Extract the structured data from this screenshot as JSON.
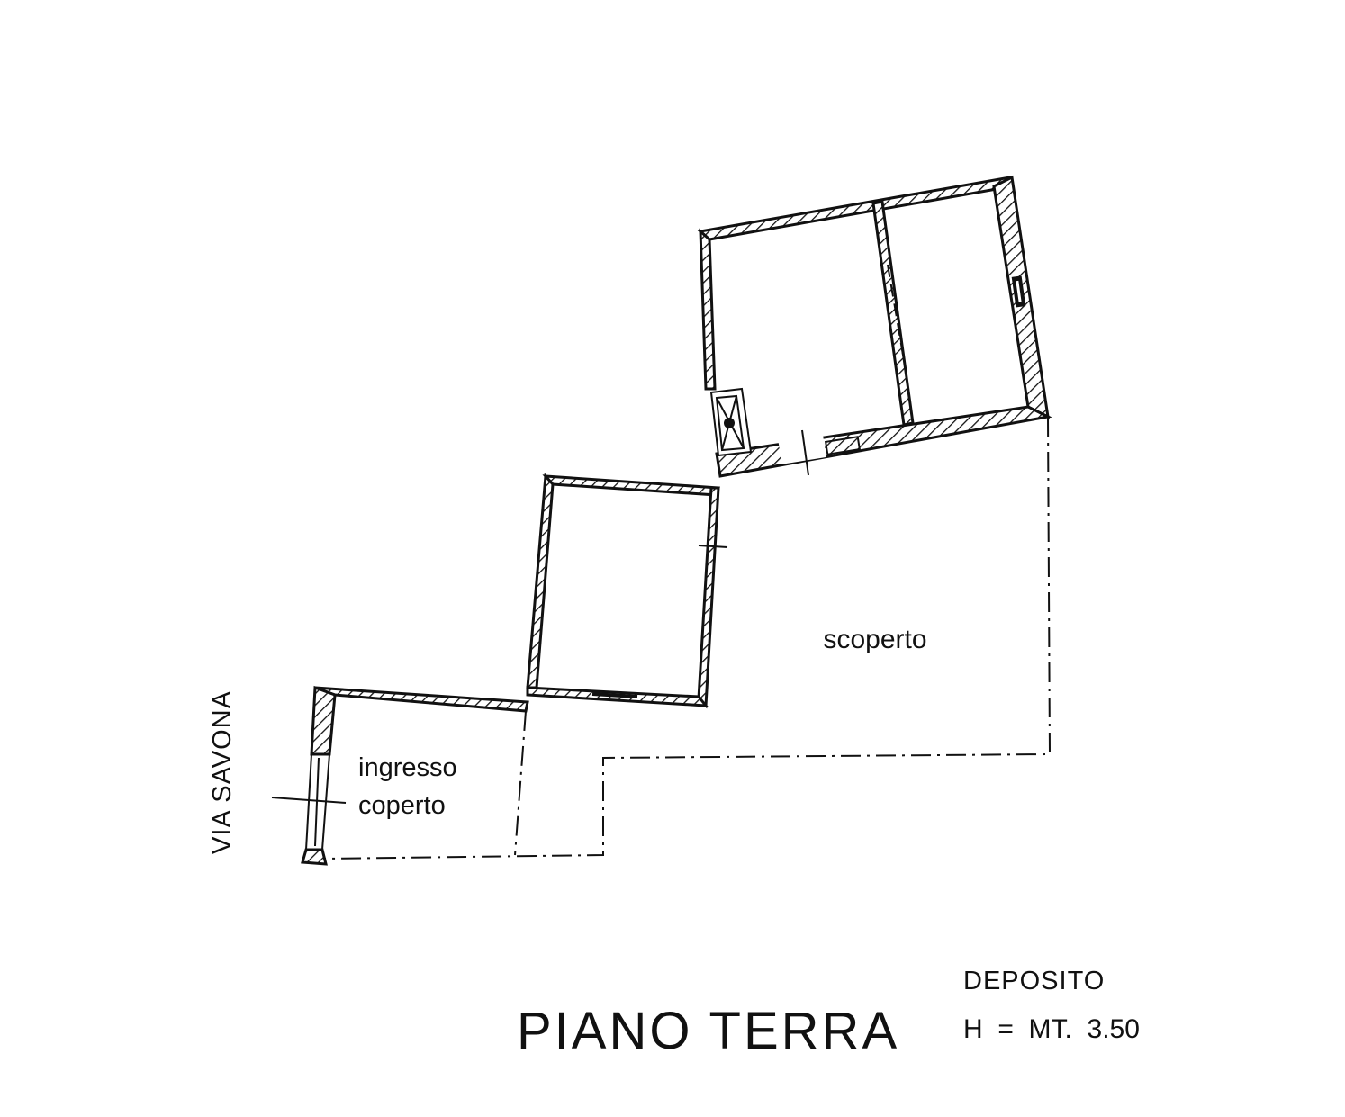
{
  "street_label": "VIA SAVONA",
  "rooms": {
    "scoperto": "scoperto",
    "ingresso_line1": "ingresso",
    "ingresso_line2": "coperto"
  },
  "title_block": {
    "floor_title": "PIANO TERRA",
    "use_label": "DEPOSITO",
    "height_label": "H  =  MT.  3.50"
  },
  "colors": {
    "ink": "#111111",
    "paper": "#ffffff"
  }
}
